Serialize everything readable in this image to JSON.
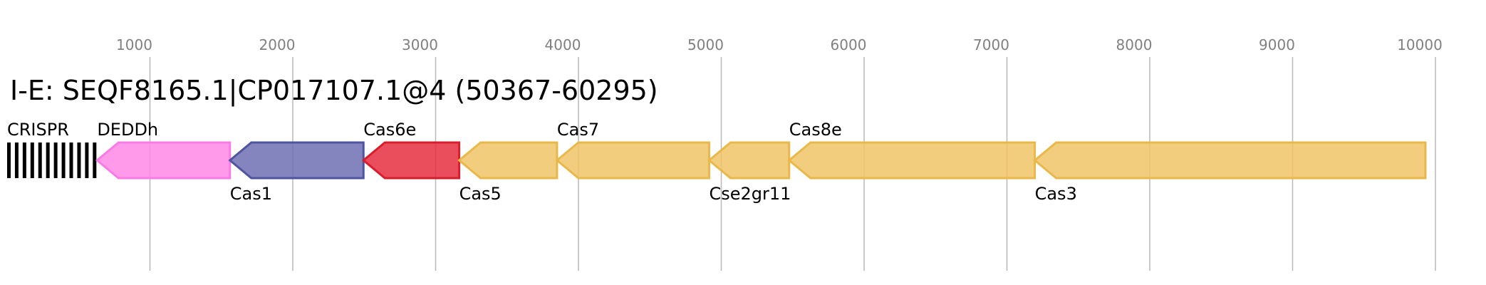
{
  "title": "I-E: SEQF8165.1|CP017107.1@4 (50367-60295)",
  "axis": {
    "ticks": [
      {
        "label": "1000",
        "value": 1000
      },
      {
        "label": "2000",
        "value": 2000
      },
      {
        "label": "3000",
        "value": 3000
      },
      {
        "label": "4000",
        "value": 4000
      },
      {
        "label": "5000",
        "value": 5000
      },
      {
        "label": "6000",
        "value": 6000
      },
      {
        "label": "7000",
        "value": 7000
      },
      {
        "label": "8000",
        "value": 8000
      },
      {
        "label": "9000",
        "value": 9000
      },
      {
        "label": "10000",
        "value": 10000
      }
    ]
  },
  "crispr": {
    "label": "CRISPR",
    "start": 0,
    "end": 630,
    "repeat_count": 12
  },
  "genes": [
    {
      "name": "DEDDh",
      "start": 630,
      "end": 1560,
      "strand": "-",
      "color": "#ff88e8",
      "border": "#f87be6",
      "label_pos": "above"
    },
    {
      "name": "Cas1",
      "start": 1560,
      "end": 2495,
      "strand": "-",
      "color": "#6e6eb4",
      "border": "#4e54a0",
      "label_pos": "below"
    },
    {
      "name": "Cas6e",
      "start": 2495,
      "end": 3165,
      "strand": "-",
      "color": "#e62e3e",
      "border": "#d81e2c",
      "label_pos": "above"
    },
    {
      "name": "Cas5",
      "start": 3165,
      "end": 3850,
      "strand": "-",
      "color": "#f0c466",
      "border": "#e8b84a",
      "label_pos": "below"
    },
    {
      "name": "Cas7",
      "start": 3850,
      "end": 4915,
      "strand": "-",
      "color": "#f0c466",
      "border": "#e8b84a",
      "label_pos": "above"
    },
    {
      "name": "Cse2gr11",
      "start": 4915,
      "end": 5475,
      "strand": "-",
      "color": "#f0c466",
      "border": "#e8b84a",
      "label_pos": "below"
    },
    {
      "name": "Cas8e",
      "start": 5475,
      "end": 7195,
      "strand": "-",
      "color": "#f0c466",
      "border": "#e8b84a",
      "label_pos": "above"
    },
    {
      "name": "Cas3",
      "start": 7195,
      "end": 9930,
      "strand": "-",
      "color": "#f0c466",
      "border": "#e8b84a",
      "label_pos": "below"
    }
  ]
}
